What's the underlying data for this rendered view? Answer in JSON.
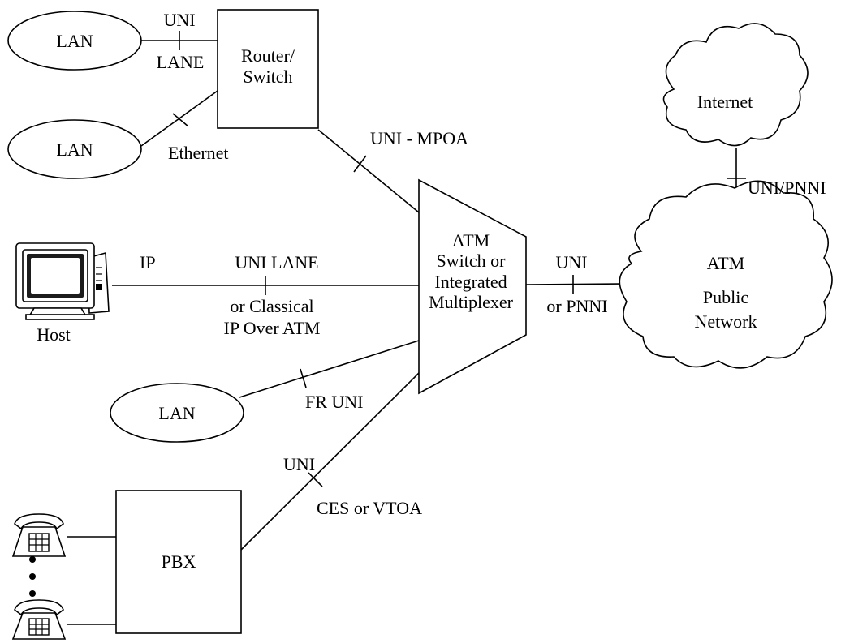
{
  "nodes": {
    "lan_top": "LAN",
    "lan_middle": "LAN",
    "lan_bottom": "LAN",
    "router_line1": "Router/",
    "router_line2": "Switch",
    "atm_switch_line1": "ATM",
    "atm_switch_line2": "Switch or",
    "atm_switch_line3": "Integrated",
    "atm_switch_line4": "Multiplexer",
    "internet": "Internet",
    "atm_network_line1": "ATM",
    "atm_network_line2": "Public",
    "atm_network_line3": "Network",
    "host": "Host",
    "pbx": "PBX"
  },
  "links": {
    "lan_router_uni": "UNI",
    "lan_router_lane": "LANE",
    "lan_router_ethernet": "Ethernet",
    "router_atm": "UNI - MPOA",
    "host_ip": "IP",
    "host_line1": "UNI LANE",
    "host_line2": "or Classical",
    "host_line3": "IP Over ATM",
    "lan_atm": "FR UNI",
    "pbx_uni": "UNI",
    "pbx_ces": "CES or VTOA",
    "atm_net_uni": "UNI",
    "atm_net_pnni": "or PNNI",
    "internet_link": "UNI/PNNI"
  },
  "colors": {
    "line": "#000000",
    "background": "#ffffff"
  },
  "icons": [
    "computer-monitor-icon",
    "telephone-icon"
  ]
}
